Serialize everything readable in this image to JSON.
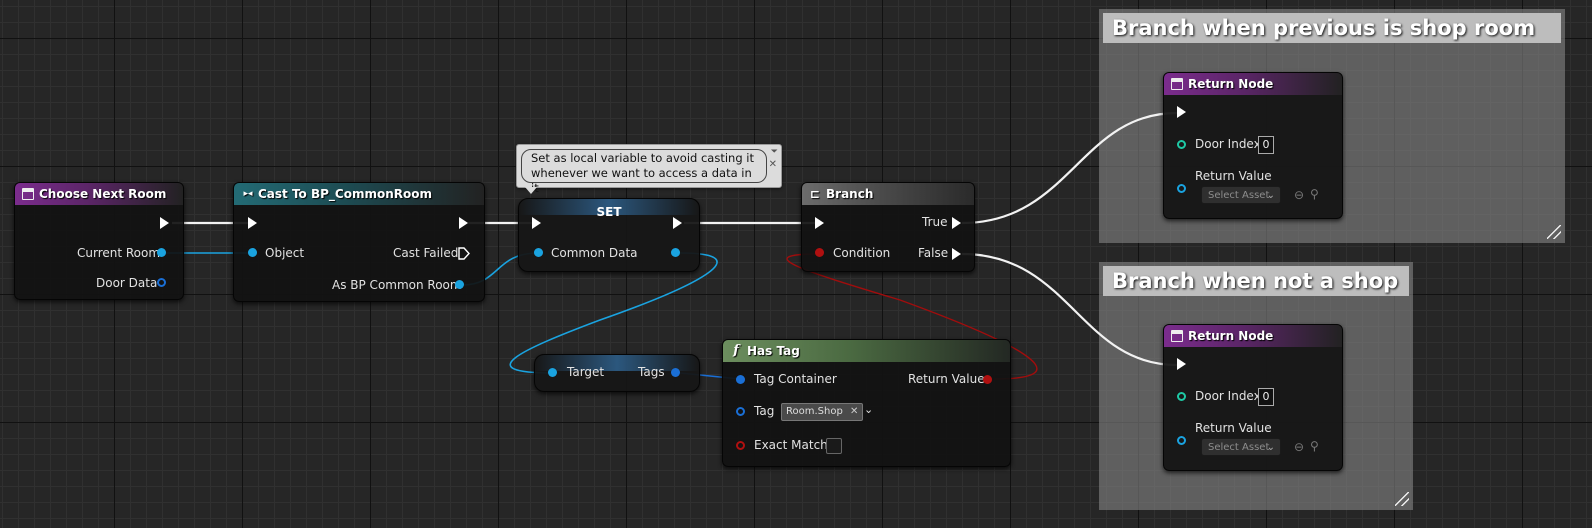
{
  "colors": {
    "object_pin": "#1aa3e0",
    "struct_pin": "#1a6fd6",
    "bool_pin": "#b01010",
    "int_pin": "#1ec9a5",
    "exec_pin": "#ffffff"
  },
  "comments": {
    "shop_room": "Branch when previous is shop room",
    "not_shop": "Branch when not a shop"
  },
  "choose_next_room": {
    "title": "Choose Next Room",
    "icon": "function-entry-icon",
    "current_room": "Current Room",
    "door_data": "Door Data"
  },
  "cast_node": {
    "title": "Cast To BP_CommonRoom",
    "icon": "cast-icon",
    "object": "Object",
    "cast_failed": "Cast Failed",
    "as_common_room": "As BP Common Room"
  },
  "set_node": {
    "title": "SET",
    "common_data": "Common Data",
    "comment_line1": "Set as local variable to avoid casting it",
    "comment_line2": "whenever we want to access a data in it"
  },
  "branch_node": {
    "title": "Branch",
    "icon": "branch-icon",
    "condition": "Condition",
    "true_label": "True",
    "false_label": "False"
  },
  "getter_node": {
    "target": "Target",
    "tags": "Tags"
  },
  "has_tag_node": {
    "title": "Has Tag",
    "icon": "function-icon",
    "tag_container": "Tag Container",
    "return_value": "Return Value",
    "tag": "Tag",
    "tag_value": "Room.Shop",
    "exact_match": "Exact Match"
  },
  "return_nodes": [
    {
      "title": "Return Node",
      "door_index": "Door Index",
      "door_index_value": "0",
      "return_value": "Return Value",
      "select_asset": "Select Asset"
    },
    {
      "title": "Return Node",
      "door_index": "Door Index",
      "door_index_value": "0",
      "return_value": "Return Value",
      "select_asset": "Select Asset"
    }
  ]
}
